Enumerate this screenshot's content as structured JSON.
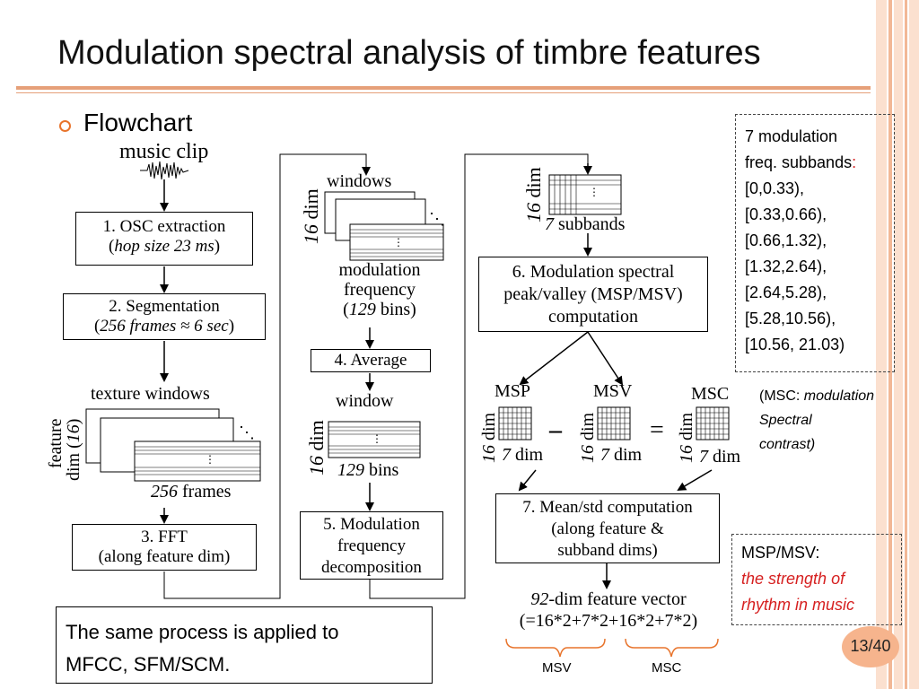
{
  "title": "Modulation spectral analysis of timbre features",
  "bullet": "Flowchart",
  "page_number": "13/40",
  "note_box": {
    "line1": "The same process is applied to",
    "line2": "MFCC, SFM/SCM."
  },
  "subbands_box": {
    "line1": "7 modulation",
    "line2_prefix": "freq. subbands",
    "line2_colon": ":",
    "items": [
      "[0,0.33),",
      "[0.33,0.66),",
      "[0.66,1.32),",
      "[1.32,2.64),",
      "[2.64,5.28),",
      "[5.28,10.56),",
      "[10.56, 21.03)"
    ]
  },
  "msc_note": {
    "prefix": "(MSC: ",
    "italic1": "modulation",
    "italic2": "Spectral",
    "italic3": "contrast)"
  },
  "msp_note": {
    "label": "MSP/MSV:",
    "line1": "the strength of",
    "line2": "rhythm in music"
  },
  "flow": {
    "music_clip": "music clip",
    "step1_a": "1. OSC extraction",
    "step1_b_open": "(",
    "step1_b_italic": "hop size 23 ms",
    "step1_b_close": ")",
    "step2_a": "2. Segmentation",
    "step2_b_open": "(",
    "step2_b_italic": "256 frames ≈ 6 sec",
    "step2_b_close": ")",
    "texture_windows": "texture windows",
    "feature_dim_a": "feature",
    "feature_dim_b_pre": "dim (",
    "feature_dim_b_it": "16",
    "feature_dim_b_post": ")",
    "frames_num": "256",
    "frames_txt": " frames",
    "step3_a": "3. FFT",
    "step3_b": "(along feature dim)",
    "windows": "windows",
    "dim16": "16",
    "dim_txt": " dim",
    "mod_freq_a": "modulation",
    "mod_freq_b": "frequency",
    "mod_freq_c_open": "(",
    "mod_freq_c_it": "129",
    "mod_freq_c_close": " bins)",
    "step4": "4. Average",
    "window": "window",
    "bins_num": "129",
    "bins_txt": " bins",
    "step5_a": "5. Modulation",
    "step5_b": "frequency",
    "step5_c": "decomposition",
    "subbands_num": "7",
    "subbands_txt": " subbands",
    "step6_a": "6. Modulation spectral",
    "step6_b": "peak/valley (MSP/MSV)",
    "step6_c": "computation",
    "msp": "MSP",
    "msv": "MSV",
    "msc": "MSC",
    "seven": "7",
    "seven_dim": " dim",
    "minus": "–",
    "equals": "=",
    "step7_a": "7. Mean/std computation",
    "step7_b": "(along feature &",
    "step7_c": "subband dims)",
    "vec_num": "92",
    "vec_a": "-dim feature vector",
    "vec_b": "(=16*2+7*2+16*2+7*2)",
    "brace_msv": "MSV",
    "brace_msc": "MSC",
    "dots": "⋮",
    "ddots": "⋱"
  },
  "colors": {
    "accent_orange": "#e8742c",
    "stripe_light": "#f6c9ad",
    "red_text": "#d62020"
  }
}
